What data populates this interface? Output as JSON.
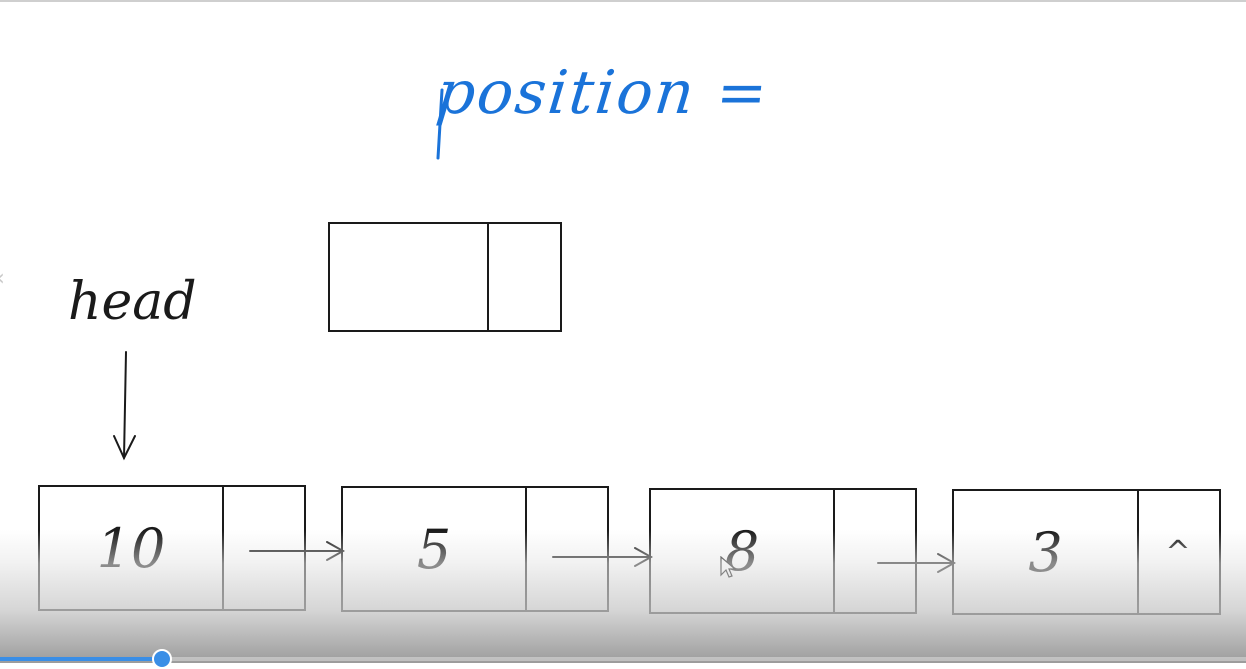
{
  "title": "position =",
  "head_label": "head",
  "new_node": {
    "value": "",
    "next": ""
  },
  "list_nodes": [
    {
      "value": "10",
      "next": ""
    },
    {
      "value": "5",
      "next": ""
    },
    {
      "value": "8",
      "next": ""
    },
    {
      "value": "3",
      "next": "^"
    }
  ],
  "colors": {
    "ink": "#1a1a1a",
    "accent": "#1a73d9",
    "progress": "#3a8ee6"
  },
  "video_progress_fraction": 0.13
}
